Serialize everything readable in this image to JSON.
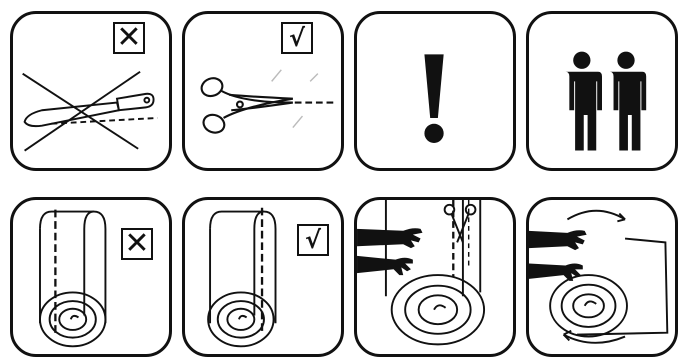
{
  "marks": {
    "wrong": "✕",
    "right": "√"
  },
  "tiles": [
    {
      "id": "knife-cut-wrong",
      "icon": "knife-icon",
      "mark": "wrong"
    },
    {
      "id": "scissors-cut-right",
      "icon": "scissors-icon",
      "mark": "right"
    },
    {
      "id": "warning",
      "icon": "exclamation-icon"
    },
    {
      "id": "two-people",
      "icon": "two-people-icon"
    },
    {
      "id": "roll-cut-wrong",
      "icon": "roll-icon",
      "mark": "wrong"
    },
    {
      "id": "roll-cut-right",
      "icon": "roll-icon",
      "mark": "right"
    },
    {
      "id": "two-hands-cut-roll",
      "icon": "hands-scissors-roll-icon"
    },
    {
      "id": "two-hands-roll-up",
      "icon": "hands-roll-up-icon"
    }
  ]
}
